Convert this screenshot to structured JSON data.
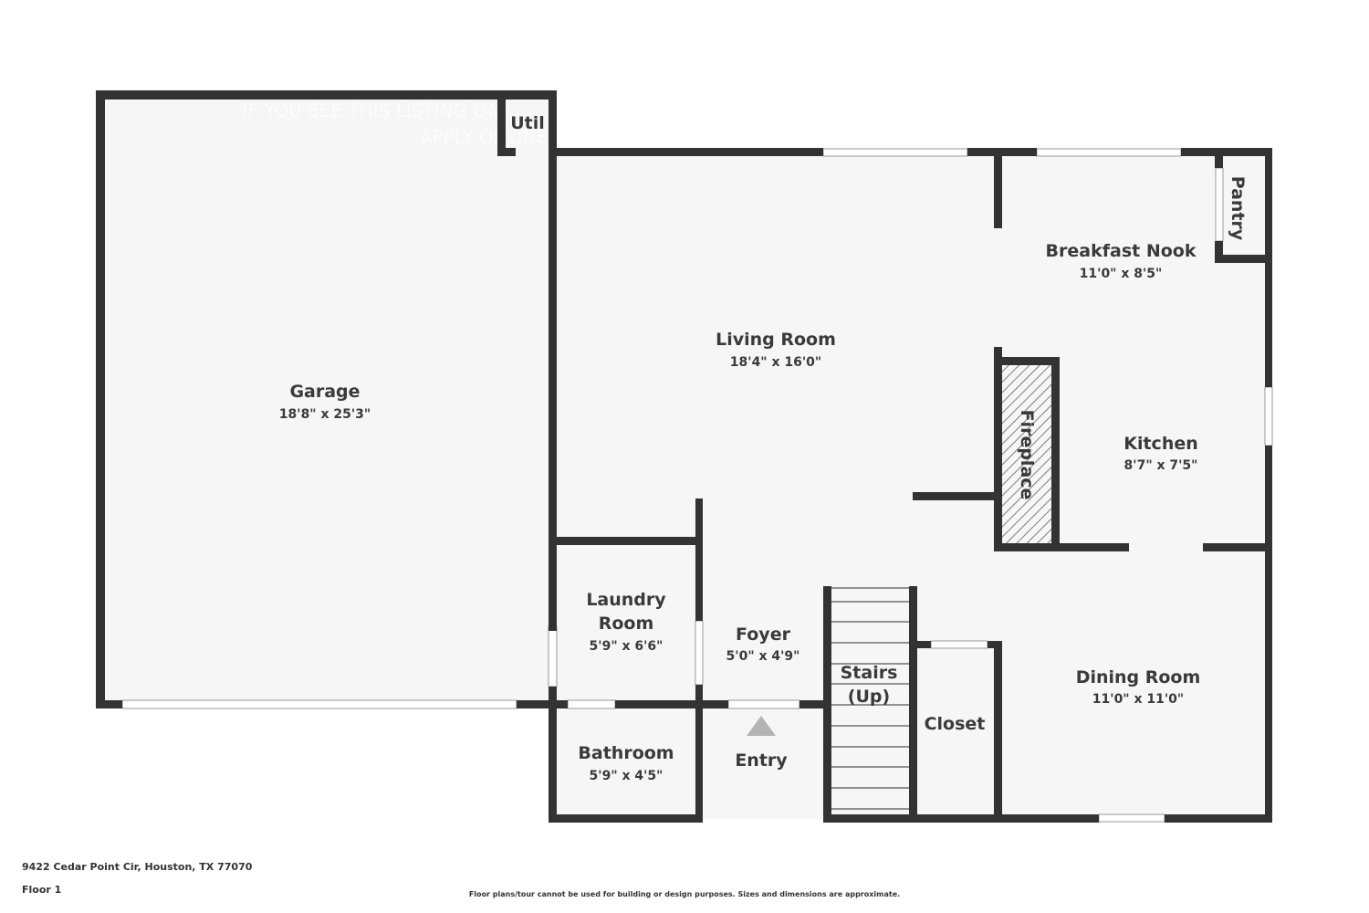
{
  "rooms": {
    "garage": {
      "name": "Garage",
      "dim": "18'8\" x 25'3\""
    },
    "util": {
      "name": "Util"
    },
    "living": {
      "name": "Living Room",
      "dim": "18'4\" x 16'0\""
    },
    "breakfast": {
      "name": "Breakfast Nook",
      "dim": "11'0\" x 8'5\""
    },
    "pantry": {
      "name": "Pantry"
    },
    "fireplace": {
      "name": "Fireplace"
    },
    "kitchen": {
      "name": "Kitchen",
      "dim": "8'7\" x 7'5\""
    },
    "laundry": {
      "name_line1": "Laundry",
      "name_line2": "Room",
      "dim": "5'9\" x 6'6\""
    },
    "foyer": {
      "name": "Foyer",
      "dim": "5'0\" x 4'9\""
    },
    "stairs": {
      "name_line1": "Stairs",
      "name_line2": "(Up)"
    },
    "closet": {
      "name": "Closet"
    },
    "dining": {
      "name": "Dining Room",
      "dim": "11'0\" x 11'0\""
    },
    "bathroom": {
      "name": "Bathroom",
      "dim": "5'9\" x 4'5\""
    }
  },
  "entry_label": "Entry",
  "watermark": {
    "line1": "IF YOU SEE THIS LISTING ON ...",
    "line2": "APPLY ONLINE"
  },
  "footer": {
    "address": "9422 Cedar Point Cir, Houston, TX 77070",
    "floor": "Floor 1",
    "disclaimer": "Floor plans/tour cannot be used for building or design purposes. Sizes and dimensions are approximate."
  },
  "colors": {
    "wall": "#333333",
    "floor": "#f6f6f6",
    "text": "#3a3a3a",
    "arrow": "#b3b3b3"
  }
}
